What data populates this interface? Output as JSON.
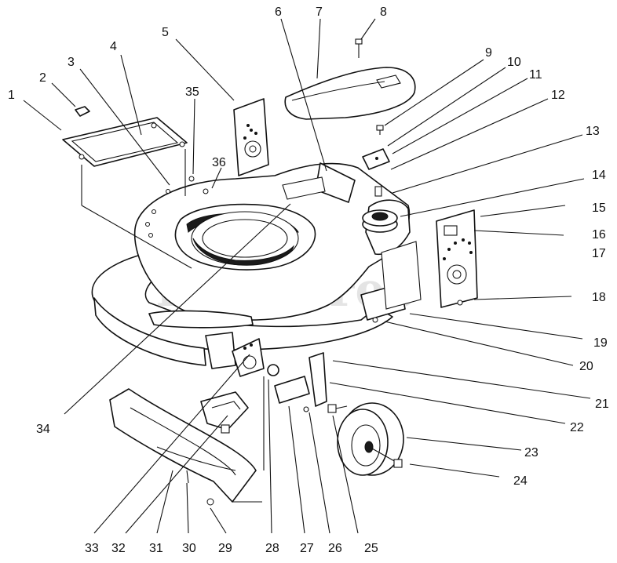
{
  "watermark": "PartsTree",
  "callouts": [
    "1",
    "2",
    "3",
    "4",
    "5",
    "6",
    "7",
    "8",
    "9",
    "10",
    "11",
    "12",
    "13",
    "14",
    "15",
    "16",
    "17",
    "18",
    "19",
    "20",
    "21",
    "22",
    "23",
    "24",
    "25",
    "26",
    "27",
    "28",
    "29",
    "30",
    "31",
    "32",
    "33",
    "34",
    "35",
    "36"
  ]
}
